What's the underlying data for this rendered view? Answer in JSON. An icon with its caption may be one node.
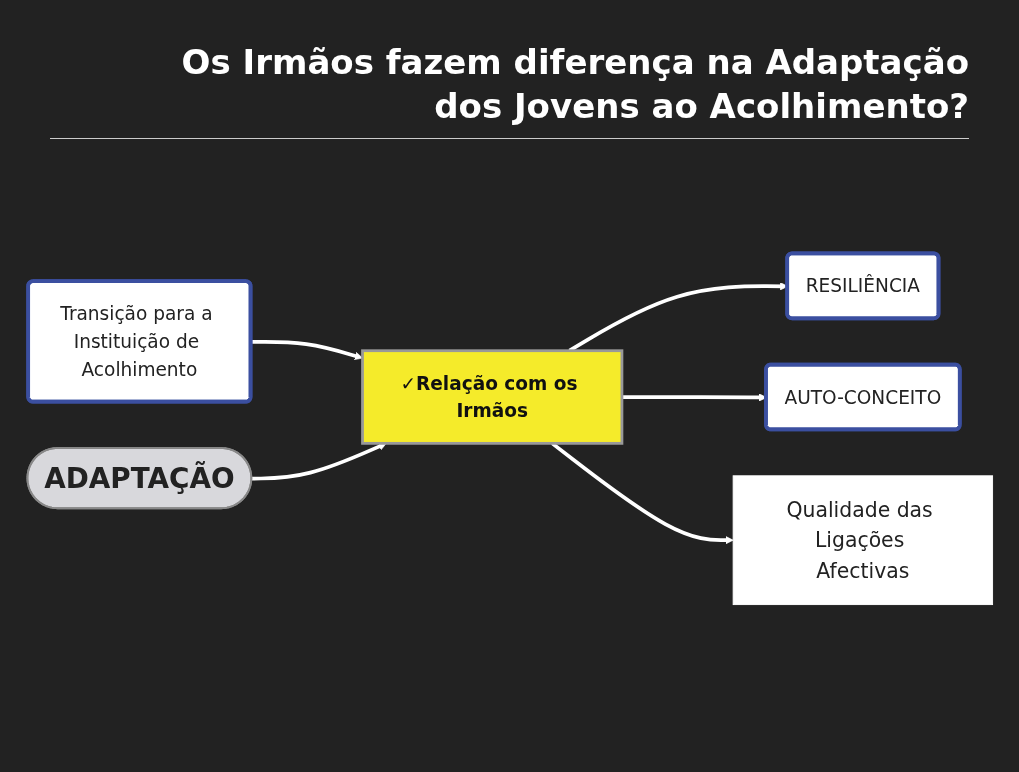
{
  "diagram": {
    "title": "Os Irmãos fazem diferença na Adaptação dos Jovens ao Acolhimento?",
    "nodes": [
      {
        "text": [
          "Transição para a Instituição de Acolhimento"
        ]
      },
      {
        "text": [
          "✓Relação com os Irmãos"
        ]
      },
      {
        "text": [
          "ADAPTAÇÃO"
        ]
      },
      {
        "text": [
          "RESILIÊNCIA"
        ]
      },
      {
        "text": [
          "AUTO-CONCEITO"
        ]
      },
      {
        "text": [
          "Qualidade das Ligações Afectivas"
        ]
      }
    ],
    "edges": [
      {
        "from": 0,
        "to": 1,
        "arrow": "to"
      },
      {
        "from": 2,
        "to": 1,
        "arrow": "to"
      },
      {
        "from": 1,
        "to": 3,
        "arrow": "to"
      },
      {
        "from": 1,
        "to": 4,
        "arrow": "to"
      },
      {
        "from": 1,
        "to": 5,
        "arrow": "to"
      }
    ]
  }
}
